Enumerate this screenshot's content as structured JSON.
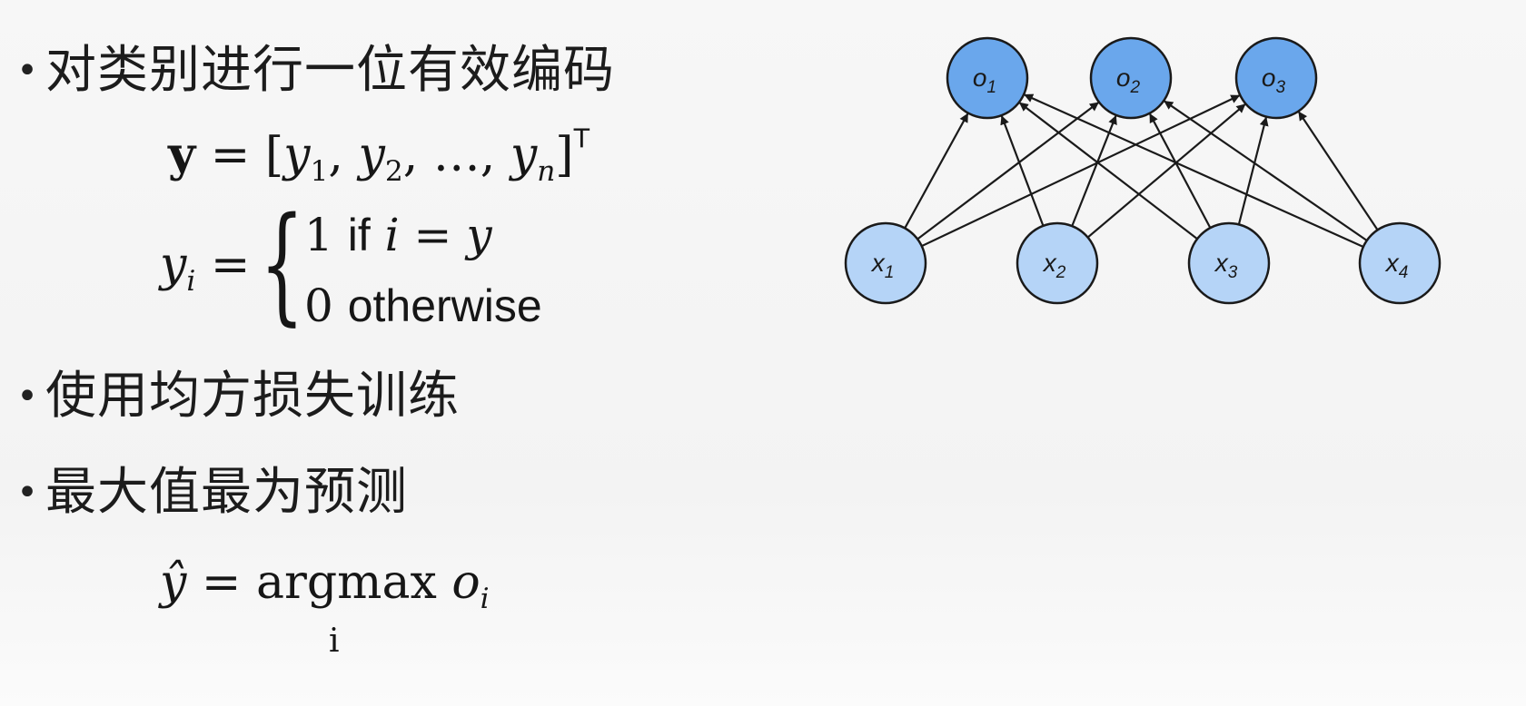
{
  "bullets": [
    "对类别进行一位有效编码",
    "使用均方损失训练",
    "最大值最为预测"
  ],
  "bullet_glyph": "•",
  "formulas": {
    "onehot_vector": {
      "lhs": "y",
      "eq": "=",
      "open": "[",
      "y1": "y",
      "y1_sub": "1",
      "comma1": ",",
      "y2": "y",
      "y2_sub": "2",
      "comma2": ",",
      "dots": "…,",
      "yn": "y",
      "yn_sub": "n",
      "close": "]",
      "transpose": "T"
    },
    "onehot_case": {
      "lhs": "y",
      "lhs_sub": "i",
      "eq": "=",
      "brace": "{",
      "case1_value": "1",
      "case1_if": "if",
      "case1_i": "i",
      "case1_eq": "=",
      "case1_y": "y",
      "case2_value": "0",
      "case2_text": "otherwise"
    },
    "prediction": {
      "lhs": "ŷ",
      "eq": "=",
      "op": "argmax",
      "op_sub": "i",
      "arg": "o",
      "arg_sub": "i"
    }
  },
  "network": {
    "colors": {
      "output_fill": "#6aa7ec",
      "input_fill": "#b5d4f7",
      "stroke": "#1a1a1a",
      "edge": "#1a1a1a"
    },
    "outputs": [
      {
        "base": "o",
        "sub": "1"
      },
      {
        "base": "o",
        "sub": "2"
      },
      {
        "base": "o",
        "sub": "3"
      }
    ],
    "inputs": [
      {
        "base": "x",
        "sub": "1"
      },
      {
        "base": "x",
        "sub": "2"
      },
      {
        "base": "x",
        "sub": "3"
      },
      {
        "base": "x",
        "sub": "4"
      }
    ]
  }
}
